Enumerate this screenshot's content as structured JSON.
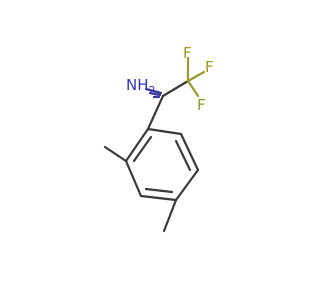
{
  "molecule": {
    "atoms": [
      {
        "id": "N1",
        "symbol": "N",
        "hcount": "2",
        "color": "#3232c8"
      },
      {
        "id": "F1",
        "symbol": "F",
        "color": "#9a9a1e"
      },
      {
        "id": "F2",
        "symbol": "F",
        "color": "#9a9a1e"
      },
      {
        "id": "F3",
        "symbol": "F",
        "color": "#9a9a1e"
      }
    ],
    "bond_color": "#3a3a3a"
  }
}
